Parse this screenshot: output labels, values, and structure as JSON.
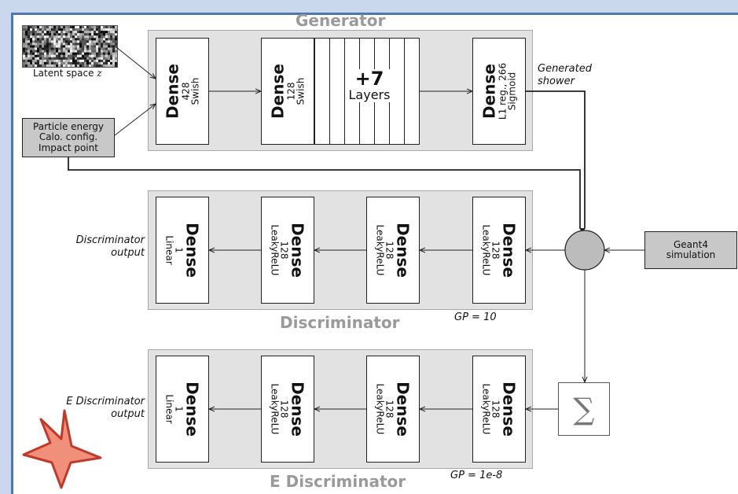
{
  "generator": {
    "title": "Generator",
    "layers": [
      {
        "name": "Dense",
        "units": "428",
        "activation": "Swish"
      },
      {
        "name": "Dense",
        "units": "128",
        "activation": "Swish"
      },
      {
        "name": "Dense",
        "units": "L1 reg., 266",
        "activation": "Sigmoid"
      }
    ],
    "extra_count": "+7",
    "extra_label": "Layers"
  },
  "inputs": {
    "latent_label": "Latent space",
    "latent_symbol": "z",
    "conditions": [
      "Particle energy",
      "Calo. config.",
      "Impact point"
    ],
    "generated_line1": "Generated",
    "generated_line2": "shower",
    "geant4_line1": "Geant4",
    "geant4_line2": "simulation"
  },
  "discriminator": {
    "title": "Discriminator",
    "gp": "GP = 10",
    "output_line1": "Discriminator",
    "output_line2": "output",
    "layers": [
      {
        "name": "Dense",
        "units": "1",
        "activation": "Linear"
      },
      {
        "name": "Dense",
        "units": "128",
        "activation": "LeakyReLU"
      },
      {
        "name": "Dense",
        "units": "128",
        "activation": "LeakyReLU"
      },
      {
        "name": "Dense",
        "units": "128",
        "activation": "LeakyReLU"
      }
    ]
  },
  "e_discriminator": {
    "title": "E Discriminator",
    "gp": "GP = 1e-8",
    "output_line1": "E Discriminator",
    "output_line2": "output",
    "sum_symbol": "∑",
    "layers": [
      {
        "name": "Dense",
        "units": "1",
        "activation": "Linear"
      },
      {
        "name": "Dense",
        "units": "128",
        "activation": "LeakyReLU"
      },
      {
        "name": "Dense",
        "units": "128",
        "activation": "LeakyReLU"
      },
      {
        "name": "Dense",
        "units": "128",
        "activation": "LeakyReLU"
      }
    ]
  },
  "decorations": {
    "star_icon": "star-icon",
    "star_fill": "#f0907a",
    "star_stroke": "#c0392b",
    "frame_color": "#4e77ae",
    "block_fill": "#e2e2e2",
    "merge_fill": "#bcbcbc"
  }
}
